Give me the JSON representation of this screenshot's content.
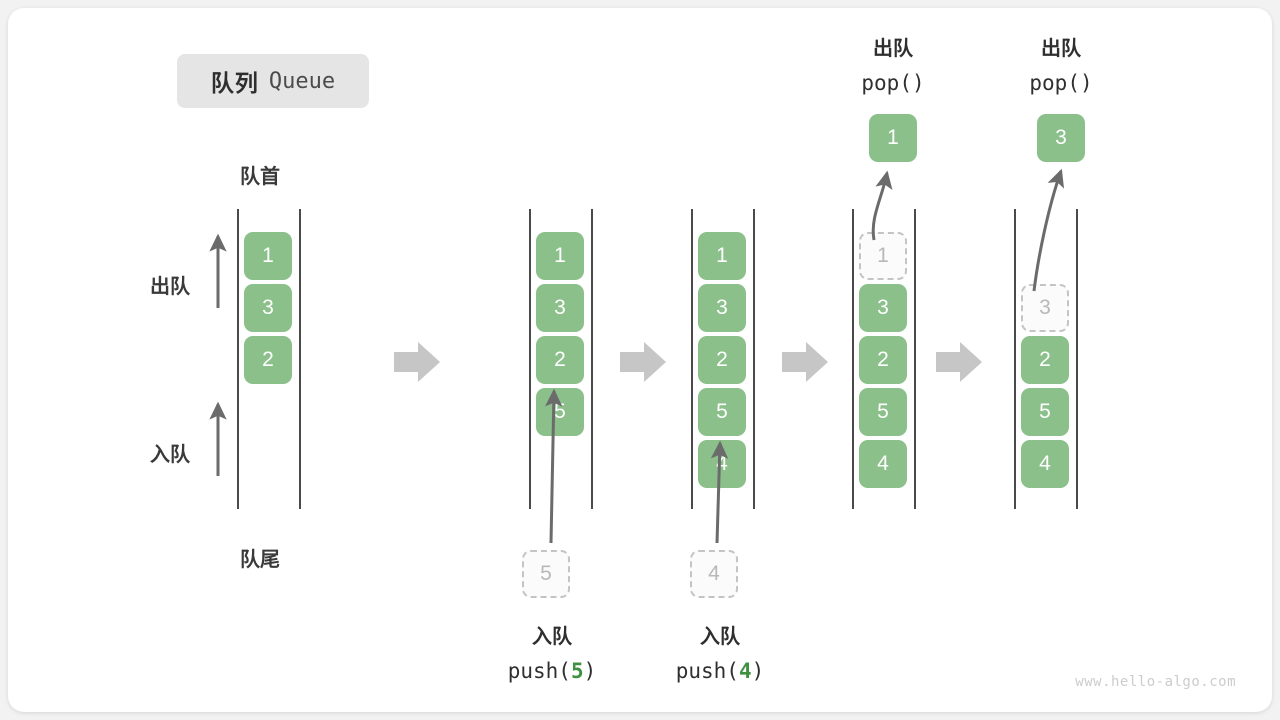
{
  "title": {
    "cn": "队列",
    "en": "Queue"
  },
  "labels": {
    "head": "队首",
    "tail": "队尾",
    "dequeue": "出队",
    "enqueue": "入队"
  },
  "watermark": "www.hello-algo.com",
  "colors": {
    "cell_fill": "#8bc08b",
    "cell_text": "#ffffff",
    "ghost_border": "#c4c4c4",
    "ghost_text": "#b8b8b8",
    "rail": "#4a4a4a",
    "arrow": "#6b6b6b",
    "step_arrow": "#c6c6c6",
    "accent_code": "#3f9142",
    "badge_bg": "#e5e5e5"
  },
  "steps": [
    {
      "name": "initial",
      "cells": [
        {
          "value": "1",
          "ghost": false
        },
        {
          "value": "3",
          "ghost": false
        },
        {
          "value": "2",
          "ghost": false
        }
      ],
      "op_cn": "",
      "op_code": "",
      "op_arg": "",
      "float_cell": "",
      "popped_cell": ""
    },
    {
      "name": "push-5",
      "cells": [
        {
          "value": "1",
          "ghost": false
        },
        {
          "value": "3",
          "ghost": false
        },
        {
          "value": "2",
          "ghost": false
        },
        {
          "value": "5",
          "ghost": false
        }
      ],
      "op_cn": "入队",
      "op_code_prefix": "push(",
      "op_arg": "5",
      "op_code_suffix": ")",
      "float_cell": "5"
    },
    {
      "name": "push-4",
      "cells": [
        {
          "value": "1",
          "ghost": false
        },
        {
          "value": "3",
          "ghost": false
        },
        {
          "value": "2",
          "ghost": false
        },
        {
          "value": "5",
          "ghost": false
        },
        {
          "value": "4",
          "ghost": false
        }
      ],
      "op_cn": "入队",
      "op_code_prefix": "push(",
      "op_arg": "4",
      "op_code_suffix": ")",
      "float_cell": "4"
    },
    {
      "name": "pop-1",
      "cells": [
        {
          "value": "1",
          "ghost": true
        },
        {
          "value": "3",
          "ghost": false
        },
        {
          "value": "2",
          "ghost": false
        },
        {
          "value": "5",
          "ghost": false
        },
        {
          "value": "4",
          "ghost": false
        }
      ],
      "op_cn": "出队",
      "op_code": "pop()",
      "popped_cell": "1"
    },
    {
      "name": "pop-3",
      "cells": [
        {
          "value": "",
          "ghost": false,
          "empty": true
        },
        {
          "value": "3",
          "ghost": true
        },
        {
          "value": "2",
          "ghost": false
        },
        {
          "value": "5",
          "ghost": false
        },
        {
          "value": "4",
          "ghost": false
        }
      ],
      "op_cn": "出队",
      "op_code": "pop()",
      "popped_cell": "3"
    }
  ],
  "step_arrows": 4
}
